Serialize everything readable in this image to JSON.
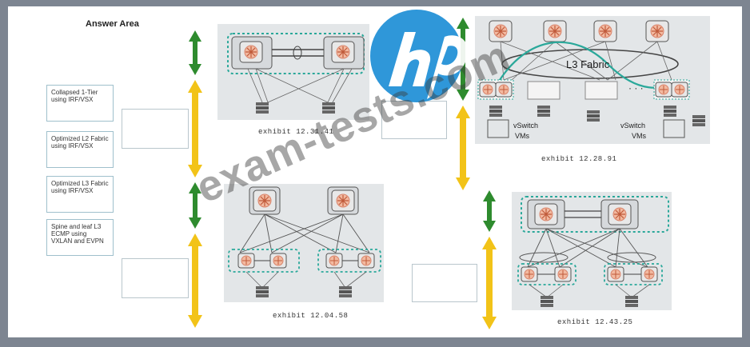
{
  "answer_area": {
    "title": "Answer Area"
  },
  "options": [
    {
      "label": "Collapsed 1-Tier using IRF/VSX"
    },
    {
      "label": "Optimized L2 Fabric using IRF/VSX"
    },
    {
      "label": "Optimized L3 Fabric using IRF/VSX"
    },
    {
      "label": "Spine and leaf L3 ECMP using VXLAN and EVPN"
    }
  ],
  "exhibits": [
    {
      "caption": "exhibit 12.31.41"
    },
    {
      "caption": "exhibit 12.28.91"
    },
    {
      "caption": "exhibit 12.04.58"
    },
    {
      "caption": "exhibit 12.43.25"
    }
  ],
  "l3_diagram": {
    "fabric_label": "L3 Fabric",
    "vswitch_label": "vSwitch",
    "vms_label": "VMs",
    "dots": "· · ·"
  },
  "watermark": {
    "text": "exam-tests.com"
  },
  "colors": {
    "accent_green": "#2e8b2e",
    "accent_yellow": "#f2c318",
    "fabric_teal": "#2aa89a",
    "logo_blue": "#1e8fd6"
  }
}
